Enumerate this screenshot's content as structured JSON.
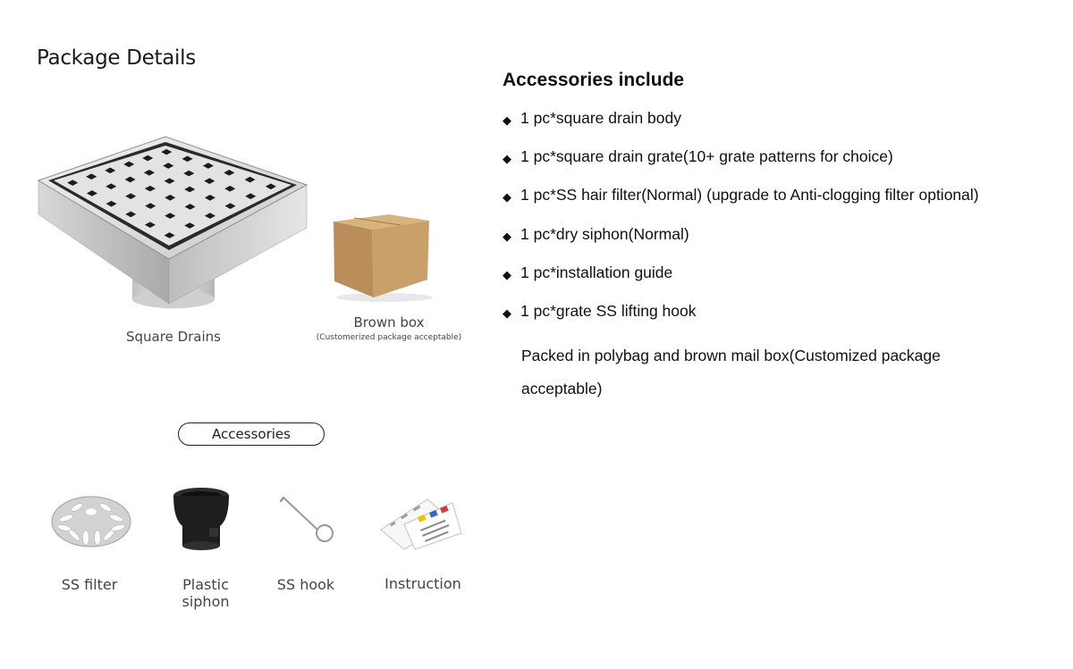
{
  "page": {
    "title": "Package Details"
  },
  "products": {
    "drain_label": "Square Drains",
    "box_label": "Brown box",
    "box_note": "(Customerized package acceptable)"
  },
  "accessories_section": {
    "title": "Accessories include",
    "bullet_glyph": "◆",
    "items": [
      "1 pc*square drain body",
      "1 pc*square drain grate(10+ grate patterns for choice)",
      "1 pc*SS hair filter(Normal) (upgrade to Anti-clogging filter optional)",
      "1 pc*dry siphon(Normal)",
      "1 pc*installation guide",
      "1 pc*grate SS lifting hook"
    ],
    "packed_note": "Packed in polybag and brown mail box(Customized package acceptable)"
  },
  "accessories_gallery": {
    "pill_label": "Accessories",
    "items": [
      {
        "label": "SS filter"
      },
      {
        "label": "Plastic siphon"
      },
      {
        "label": "SS hook"
      },
      {
        "label": "Instruction"
      }
    ]
  }
}
